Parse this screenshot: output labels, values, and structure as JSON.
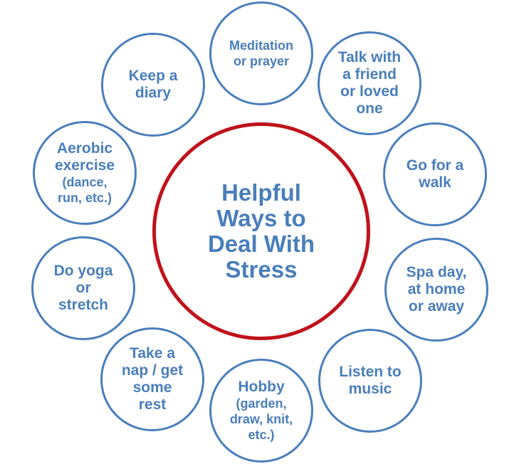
{
  "center": {
    "lines": [
      "Helpful",
      "Ways to",
      "Deal With",
      "Stress"
    ]
  },
  "nodes": [
    {
      "id": "meditation",
      "lines": [
        "Meditation",
        "or prayer"
      ]
    },
    {
      "id": "talk-friend",
      "lines": [
        "Talk with",
        "a friend",
        "or loved",
        "one"
      ]
    },
    {
      "id": "walk",
      "lines": [
        "Go for a",
        "walk"
      ]
    },
    {
      "id": "spa-day",
      "lines": [
        "Spa day,",
        "at home",
        "or away"
      ]
    },
    {
      "id": "music",
      "lines": [
        "Listen to",
        "music"
      ]
    },
    {
      "id": "hobby",
      "lines": [
        "Hobby",
        "(garden,",
        "draw, knit,",
        "etc.)"
      ]
    },
    {
      "id": "nap",
      "lines": [
        "Take a",
        "nap / get",
        "some",
        "rest"
      ]
    },
    {
      "id": "yoga",
      "lines": [
        "Do yoga",
        "or",
        "stretch"
      ]
    },
    {
      "id": "aerobic",
      "lines": [
        "Aerobic",
        "exercise",
        "(dance,",
        "run, etc.)"
      ]
    },
    {
      "id": "diary",
      "lines": [
        "Keep a",
        "diary"
      ]
    }
  ],
  "colors": {
    "node": "#4a7ebb",
    "center_border": "#c0121b",
    "center_text": "#4a7ebb"
  }
}
